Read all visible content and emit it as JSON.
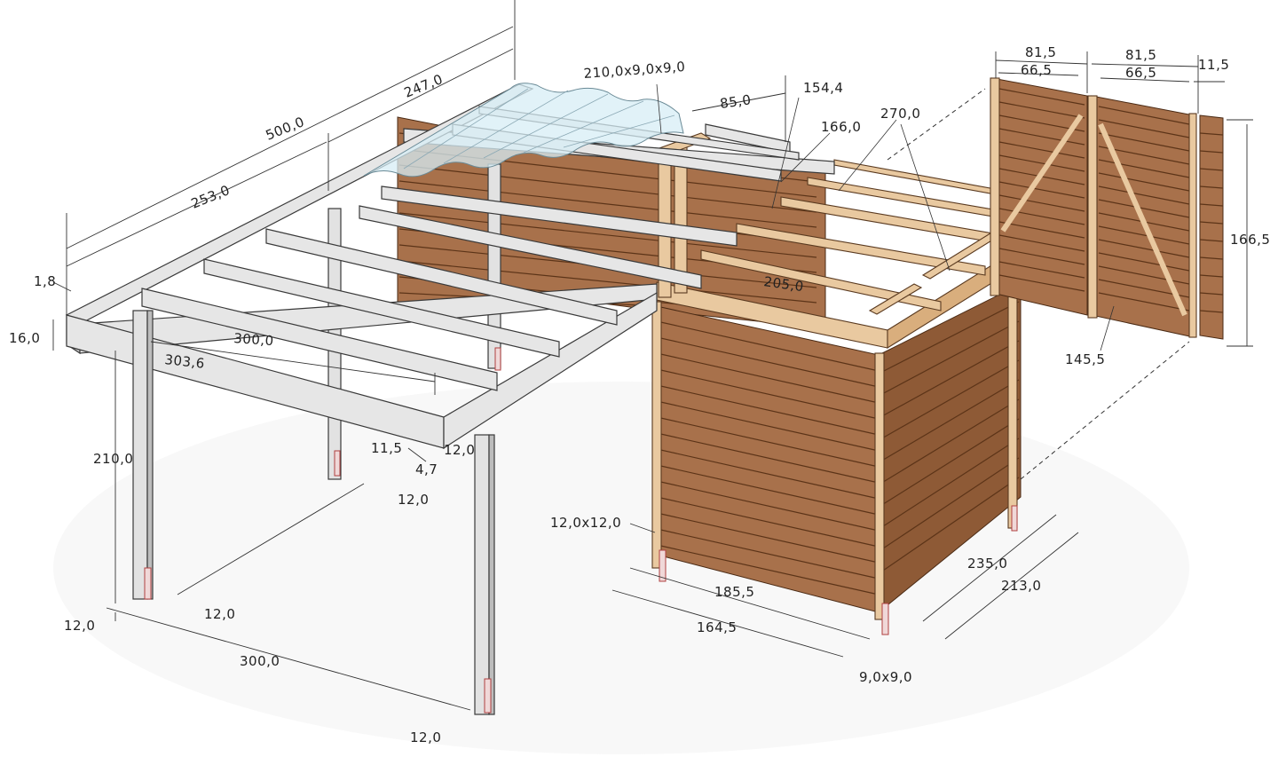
{
  "dimensions": {
    "overall_length": "500,0",
    "rear_part": "247,0",
    "front_part": "253,0",
    "roof_sheet": "210,0x9,0x9,0",
    "overhang": "85,0",
    "rafter_shed": "154,4",
    "shed_rafter_length": "166,0",
    "shed_beam": "270,0",
    "purlin_thickness": "1,8",
    "beam_height": "16,0",
    "carport_width": "300,0",
    "carport_beam": "303,6",
    "post_height": "210,0",
    "post_offset": "11,5",
    "post_size_a": "12,0",
    "post_gap": "4,7",
    "post_spacing": "12,0",
    "shed_rafter": "205,0",
    "shed_post": "12,0x12,0",
    "shed_side": "185,5",
    "shed_inner": "164,5",
    "shed_depth": "235,0",
    "shed_depth_inner": "213,0",
    "shed_corner_post": "9,0x9,0",
    "front_post_size": "12,0",
    "front_post_gap": "12,0",
    "carport_depth": "300,0",
    "front_post_bottom": "12,0",
    "door_width_left": "81,5",
    "door_inner_left": "66,5",
    "door_width_right": "81,5",
    "door_inner_right": "66,5",
    "door_frame": "11,5",
    "door_height": "166,5",
    "door_diag": "145,5"
  },
  "colors": {
    "steel_grey": "#e6e6e6",
    "wood_light": "#e9c9a0",
    "wood_dark": "#a8714b",
    "roof_glass": "#d7eef6"
  }
}
